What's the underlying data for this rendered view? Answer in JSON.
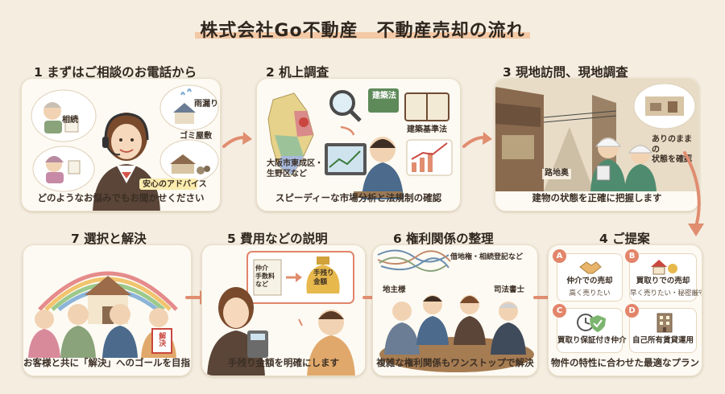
{
  "title": "株式会社Go不動産　不動産売却の流れ",
  "colors": {
    "background": "#f4ede0",
    "card": "#fdfaf3",
    "accent": "#e2856a",
    "highlight": "#f3c9a6"
  },
  "steps": [
    {
      "title": "1 まずはご相談のお電話から",
      "caption": "どのようなお悩みでもお聞かせください",
      "labels": [
        "相続",
        "雨漏り",
        "ゴミ屋敷",
        "安心のアドバイス"
      ]
    },
    {
      "title": "2 机上調査",
      "caption": "スピーディーな市場分析と法規制の確認",
      "labels": [
        "建築法",
        "建築基準法",
        "大阪市東成区・\n生野区など"
      ]
    },
    {
      "title": "3 現地訪問、現地調査",
      "caption": "建物の状態を正確に把握します",
      "labels": [
        "路地奥",
        "ありのままの\n状態を確認"
      ]
    },
    {
      "title": "4 ご提案",
      "caption": "物件の特性に合わせた最適なプラン",
      "proposals": [
        {
          "badge": "A",
          "label": "仲介での売却",
          "sub": "高く売りたい",
          "icon": "handshake-icon"
        },
        {
          "badge": "B",
          "label": "買取りでの売却",
          "sub": "早く売りたい・秘密厳守",
          "icon": "house-money-icon"
        },
        {
          "badge": "C",
          "label": "買取り保証付き仲介",
          "sub": "",
          "icon": "clock-shield-icon"
        },
        {
          "badge": "D",
          "label": "自己所有賃貸運用",
          "sub": "",
          "icon": "building-icon"
        }
      ]
    },
    {
      "title": "5 費用などの説明",
      "caption": "手残り金額を明確にします",
      "labels": [
        "仲介\n手数料\nなど",
        "手残り\n金額"
      ]
    },
    {
      "title": "6 権利関係の整理",
      "caption": "複雑な権利関係もワンストップで解決",
      "labels": [
        "借地権・相続登記など",
        "地主様",
        "司法書士"
      ]
    },
    {
      "title": "7 選択と解決",
      "caption": "お客様と共に「解決」へのゴールを目指します",
      "labels": [
        "解決"
      ]
    }
  ]
}
